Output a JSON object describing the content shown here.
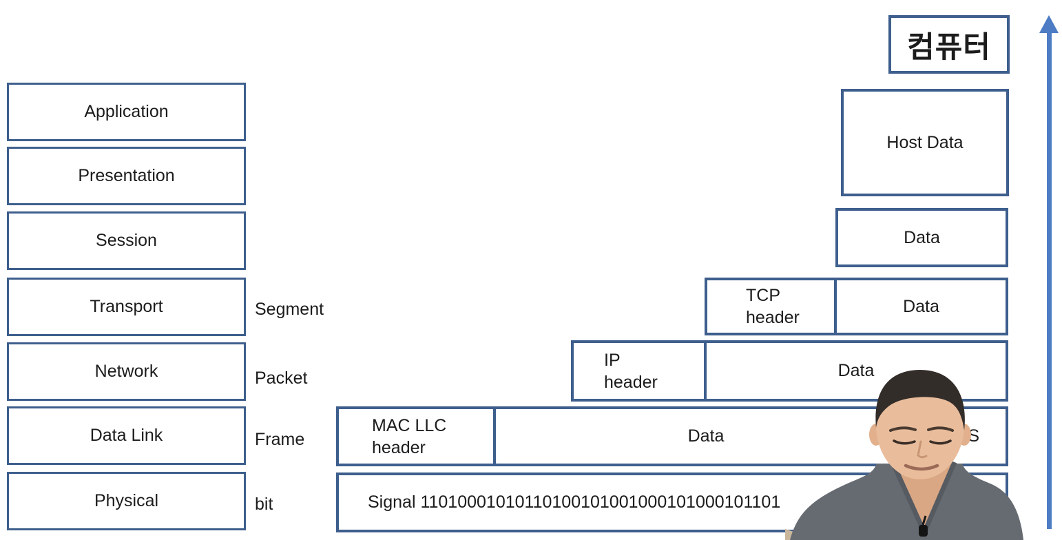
{
  "slide": {
    "title_box": "컴퓨터",
    "osi_layers": [
      {
        "name": "Application"
      },
      {
        "name": "Presentation"
      },
      {
        "name": "Session"
      },
      {
        "name": "Transport",
        "pdu": "Segment"
      },
      {
        "name": "Network",
        "pdu": "Packet"
      },
      {
        "name": "Data Link",
        "pdu": "Frame"
      },
      {
        "name": "Physical",
        "pdu": "bit"
      }
    ],
    "encapsulation": {
      "host_data": "Host Data",
      "session_data": "Data",
      "transport": {
        "header_line1": "TCP",
        "header_line2": "header",
        "data": "Data"
      },
      "network": {
        "header_line1": "IP",
        "header_line2": "header",
        "data": "Data"
      },
      "datalink": {
        "header_line1": "MAC LLC",
        "header_line2": "header",
        "data": "Data",
        "fcs": "FCS"
      },
      "physical_signal": "Signal 11010001010110100101001000101000101101"
    },
    "colors": {
      "box_border": "#3e5f8d",
      "arrow": "#4d7cc5",
      "text": "#1c1c1c"
    }
  }
}
